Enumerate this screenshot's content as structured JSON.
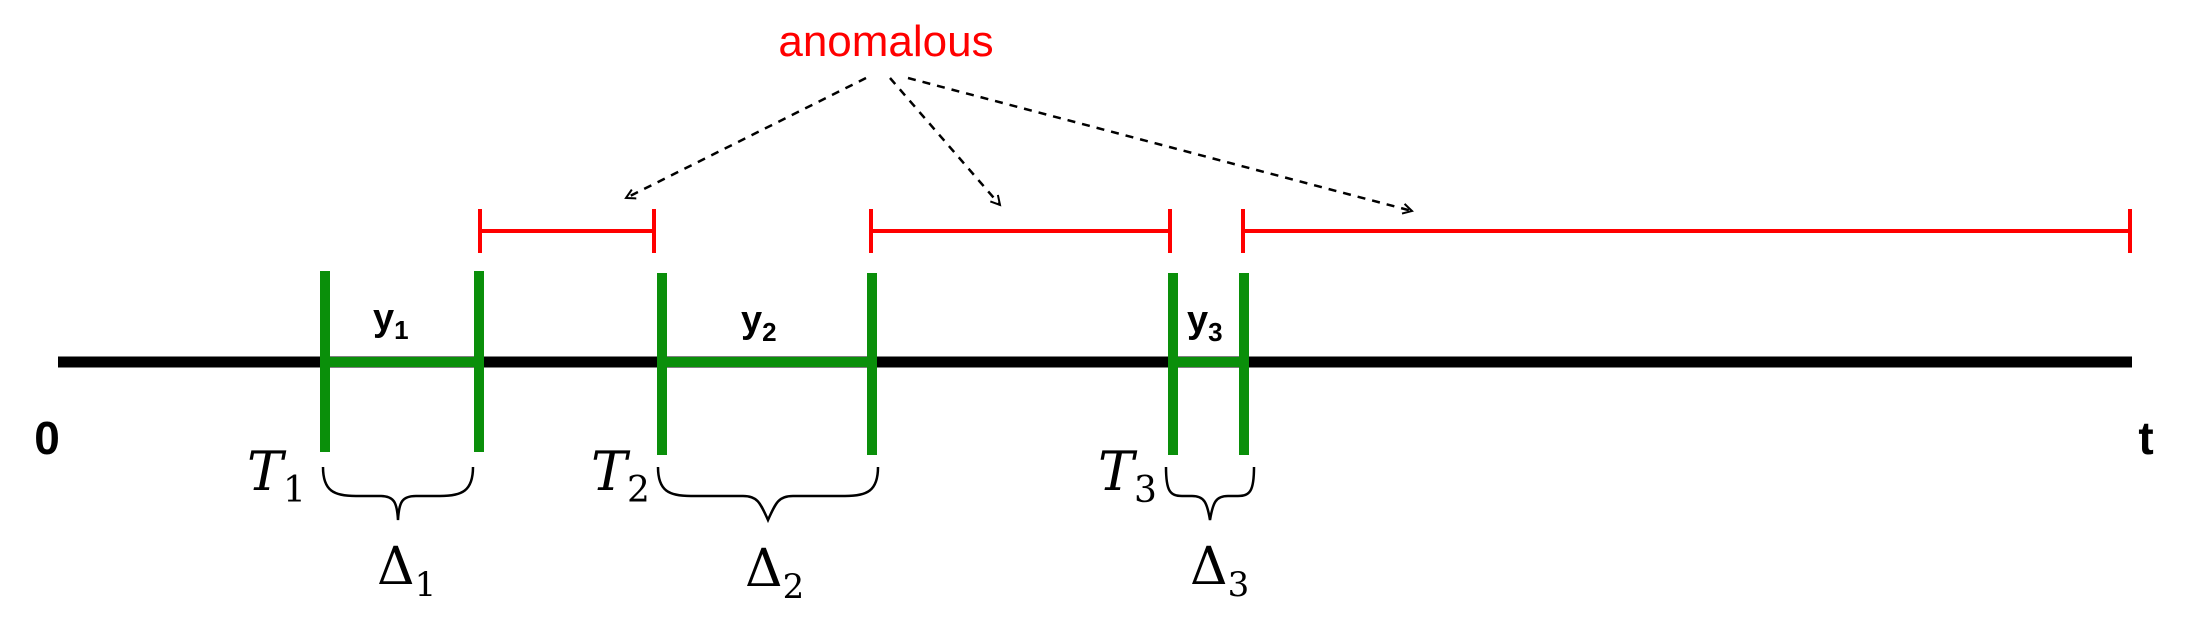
{
  "annotation": {
    "text": "anomalous",
    "color": "#ff0000"
  },
  "axis": {
    "start_label": "0",
    "end_label": "t",
    "color": "#000000"
  },
  "segment_color": "#0a8f0a",
  "segments": [
    {
      "label_main": "y",
      "label_sub": "1",
      "start_main": "T",
      "start_sub": "1",
      "delta_main": "Δ",
      "delta_sub": "1"
    },
    {
      "label_main": "y",
      "label_sub": "2",
      "start_main": "T",
      "start_sub": "2",
      "delta_main": "Δ",
      "delta_sub": "2"
    },
    {
      "label_main": "y",
      "label_sub": "3",
      "start_main": "T",
      "start_sub": "3",
      "delta_main": "Δ",
      "delta_sub": "3"
    }
  ],
  "anomalous_intervals_count_shown": 3
}
